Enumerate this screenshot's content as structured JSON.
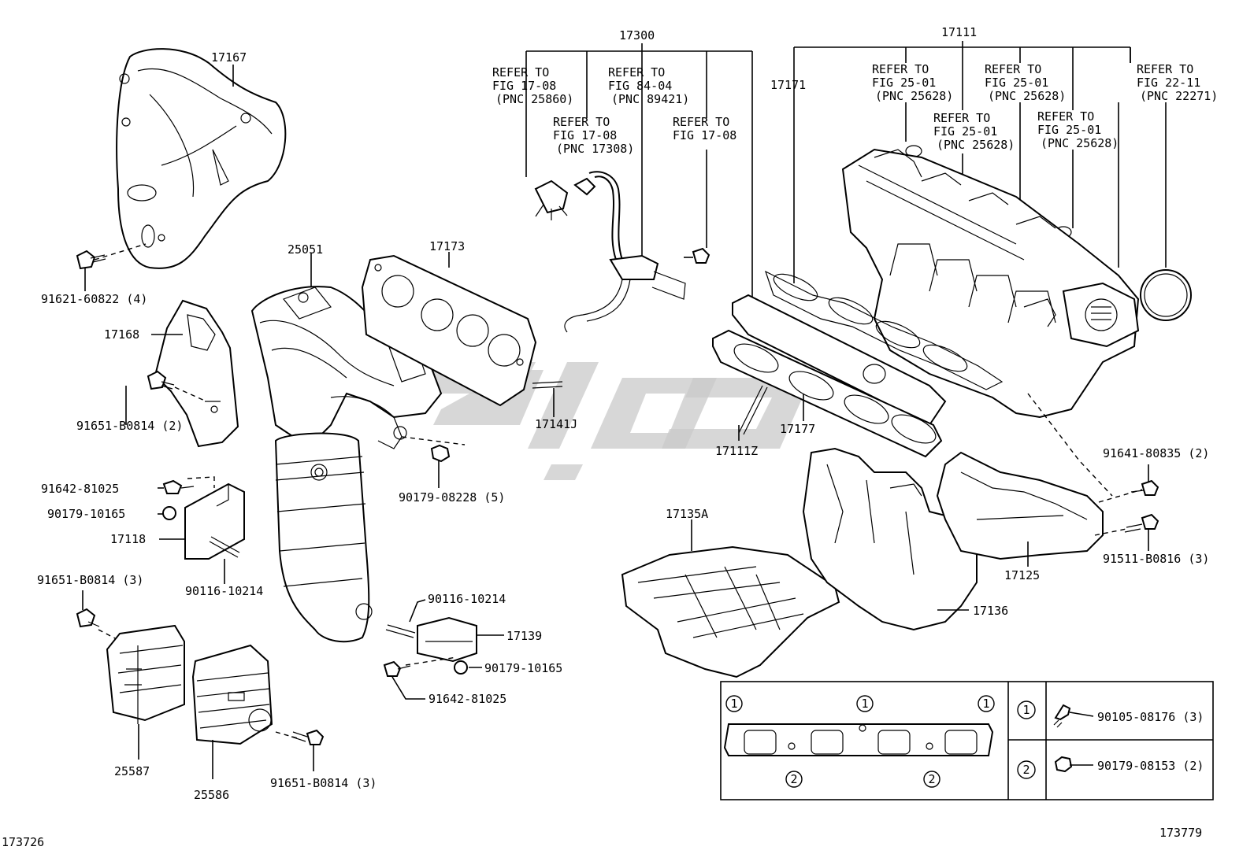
{
  "callouts": {
    "p17167": "17167",
    "p91621": "91621-60822 (4)",
    "p17168": "17168",
    "p91651a": "91651-B0814 (2)",
    "p91642a": "91642-81025",
    "p90179a": "90179-10165",
    "p17118": "17118",
    "p90116a": "90116-10214",
    "p91651b": "91651-B0814 (3)",
    "p25587": "25587",
    "p25586": "25586",
    "p91651c": "91651-B0814 (3)",
    "p25051": "25051",
    "p17173": "17173",
    "p90179b": "90179-08228 (5)",
    "p17141j": "17141J",
    "p90116b": "90116-10214",
    "p17139": "17139",
    "p90179c": "90179-10165",
    "p91642b": "91642-81025",
    "p17300": "17300",
    "p17111": "17111",
    "p17171": "17171",
    "p17177": "17177",
    "p17111z": "17111Z",
    "p17135a": "17135A",
    "p17136": "17136",
    "p91641": "91641-80835 (2)",
    "p91511": "91511-B0816 (3)",
    "p17125": "17125"
  },
  "refers": {
    "r1": [
      "REFER TO",
      "FIG 17-08",
      "(PNC 25860)"
    ],
    "r2": [
      "REFER TO",
      "FIG 17-08",
      "(PNC 17308)"
    ],
    "r3": [
      "REFER TO",
      "FIG 84-04",
      "(PNC 89421)"
    ],
    "r4": [
      "REFER TO",
      "FIG 17-08"
    ],
    "r5": [
      "REFER TO",
      "FIG 25-01",
      "(PNC 25628)"
    ],
    "r6": [
      "REFER TO",
      "FIG 25-01",
      "(PNC 25628)"
    ],
    "r7": [
      "REFER TO",
      "FIG 25-01",
      "(PNC 25628)"
    ],
    "r8": [
      "REFER TO",
      "FIG 25-01",
      "(PNC 25628)"
    ],
    "r9": [
      "REFER TO",
      "FIG 22-11",
      "(PNC 22271)"
    ]
  },
  "legend": {
    "m1": "1",
    "m2": "2",
    "part1": "90105-08176 (3)",
    "part2": "90179-08153 (2)"
  },
  "footer": {
    "left_code": "173726",
    "right_code": "173779"
  }
}
